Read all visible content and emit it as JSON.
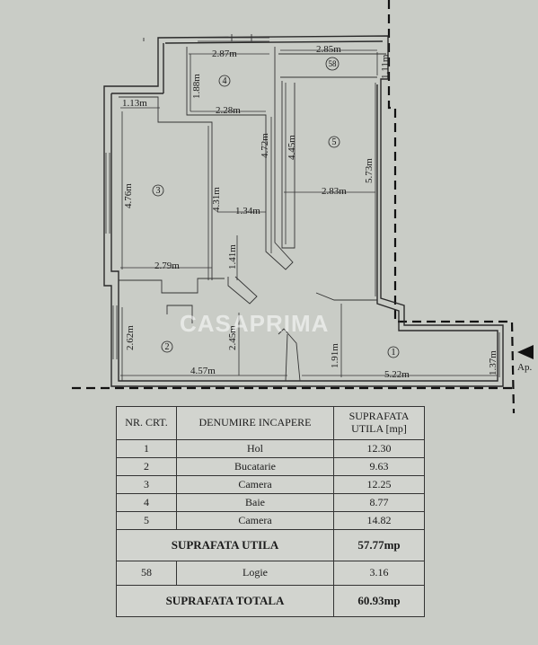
{
  "watermark": "CASAPRIMA",
  "entrance_label": "Ap.",
  "rooms": [
    {
      "num": "1"
    },
    {
      "num": "2"
    },
    {
      "num": "3"
    },
    {
      "num": "4"
    },
    {
      "num": "5"
    },
    {
      "num": "58"
    }
  ],
  "dimensions": {
    "d_287": "2.87m",
    "d_285": "2.85m",
    "d_111": "1.11m",
    "d_188": "1.88m",
    "d_113": "1.13m",
    "d_228": "2.28m",
    "d_472": "4.72m",
    "d_445": "4.45m",
    "d_573": "5.73m",
    "d_476": "4.76m",
    "d_431": "4.31m",
    "d_134": "1.34m",
    "d_283": "2.83m",
    "d_141": "1.41m",
    "d_279": "2.79m",
    "d_262": "2.62m",
    "d_245": "2.45m",
    "d_191": "1.91m",
    "d_137": "1.37m",
    "d_457": "4.57m",
    "d_522": "5.22m"
  },
  "table": {
    "headers": [
      "NR. CRT.",
      "DENUMIRE INCAPERE",
      "SUPRAFATA UTILA [mp]"
    ],
    "rows": [
      {
        "nr": "1",
        "name": "Hol",
        "area": "12.30"
      },
      {
        "nr": "2",
        "name": "Bucatarie",
        "area": "9.63"
      },
      {
        "nr": "3",
        "name": "Camera",
        "area": "12.25"
      },
      {
        "nr": "4",
        "name": "Baie",
        "area": "8.77"
      },
      {
        "nr": "5",
        "name": "Camera",
        "area": "14.82"
      }
    ],
    "useful_total_label": "SUPRAFATA UTILA",
    "useful_total_value": "57.77mp",
    "logie": {
      "nr": "58",
      "name": "Logie",
      "area": "3.16"
    },
    "grand_total_label": "SUPRAFATA TOTALA",
    "grand_total_value": "60.93mp"
  }
}
